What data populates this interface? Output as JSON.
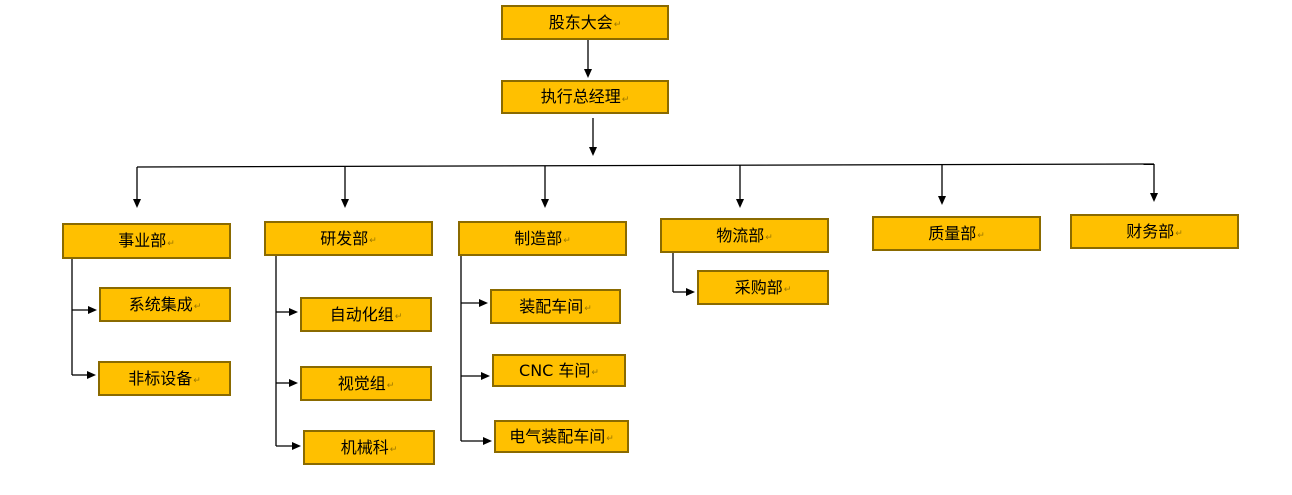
{
  "org_chart": {
    "colors": {
      "box_fill": "#ffc000",
      "box_border": "#8a6a00",
      "line": "#000000"
    },
    "return_mark": "↵",
    "root": "股东大会",
    "ceo": "执行总经理",
    "departments": [
      {
        "name": "事业部",
        "children": [
          "系统集成",
          "非标设备"
        ]
      },
      {
        "name": "研发部",
        "children": [
          "自动化组",
          "视觉组",
          "机械科"
        ]
      },
      {
        "name": "制造部",
        "children": [
          "装配车间",
          "CNC 车间",
          "电气装配车间"
        ]
      },
      {
        "name": "物流部",
        "children": [
          "采购部"
        ]
      },
      {
        "name": "质量部",
        "children": []
      },
      {
        "name": "财务部",
        "children": []
      }
    ]
  }
}
